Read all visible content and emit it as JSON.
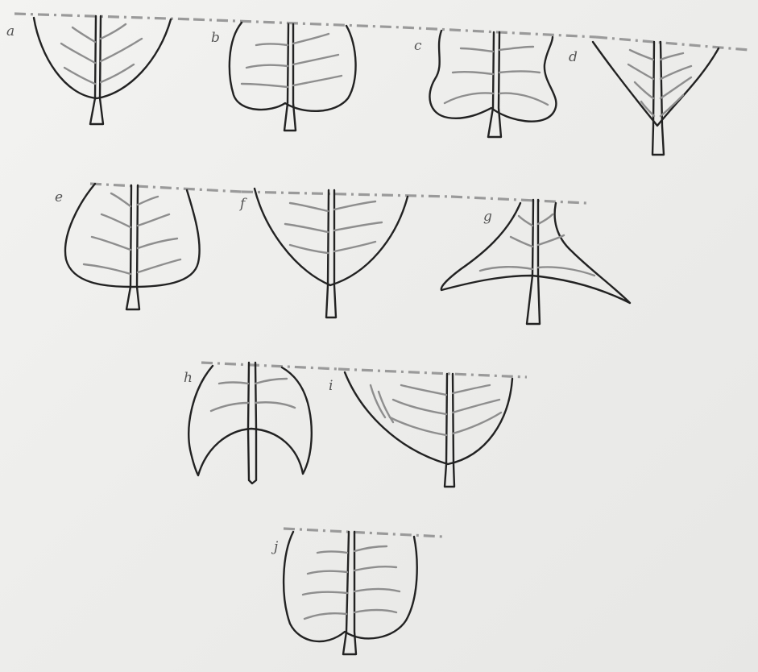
{
  "figure": {
    "leaves": [
      {
        "id": "a",
        "label": "a"
      },
      {
        "id": "b",
        "label": "b"
      },
      {
        "id": "c",
        "label": "c"
      },
      {
        "id": "d",
        "label": "d"
      },
      {
        "id": "e",
        "label": "e"
      },
      {
        "id": "f",
        "label": "f"
      },
      {
        "id": "g",
        "label": "g"
      },
      {
        "id": "h",
        "label": "h"
      },
      {
        "id": "i",
        "label": "i"
      },
      {
        "id": "j",
        "label": "j"
      }
    ]
  }
}
